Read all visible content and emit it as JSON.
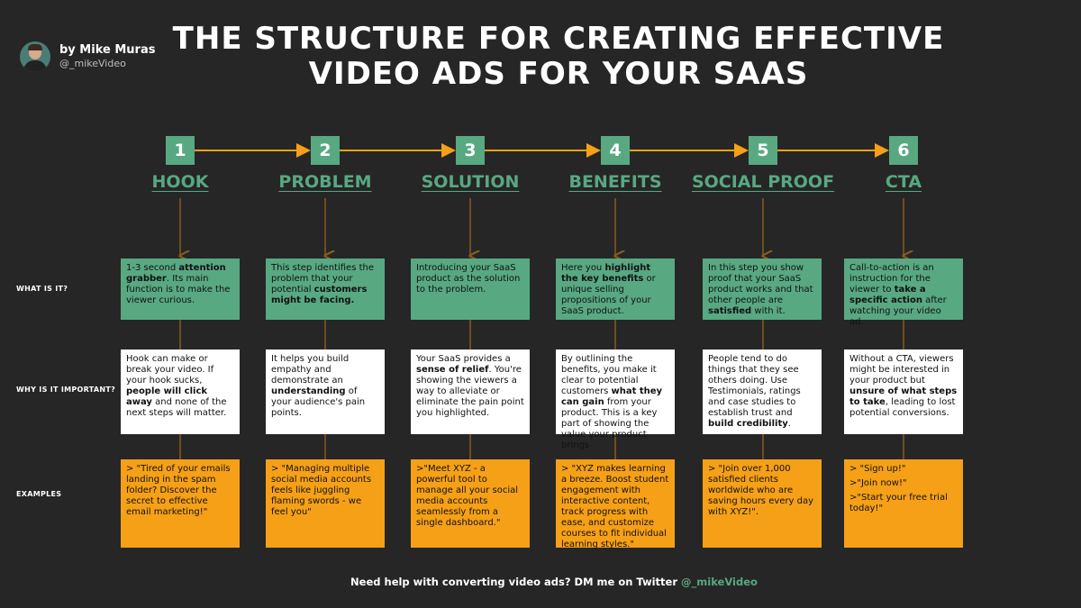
{
  "author": {
    "name": "by Mike Muras",
    "handle": "@_mikeVideo"
  },
  "title": {
    "line1": "THE STRUCTURE FOR CREATING EFFECTIVE",
    "line2": "VIDEO ADS FOR YOUR SAAS"
  },
  "row_labels": {
    "what": "WHAT IS IT?",
    "why": "WHY IS IT IMPORTANT?",
    "examples": "EXAMPLES"
  },
  "steps": [
    {
      "number": "1",
      "name": "HOOK",
      "what": [
        [
          "1-3 second ",
          false
        ],
        [
          "attention grabber",
          true
        ],
        [
          ". Its main function is to make the viewer curious.",
          false
        ]
      ],
      "why": [
        [
          "Hook can make or break your video. If your hook sucks, ",
          false
        ],
        [
          "people will click away",
          true
        ],
        [
          " and none of the next steps will matter.",
          false
        ]
      ],
      "examples": [
        "> \"Tired of your emails landing in the spam folder? Discover the secret to effective email marketing!\""
      ]
    },
    {
      "number": "2",
      "name": "PROBLEM",
      "what": [
        [
          "This step identifies the problem that your potential ",
          false
        ],
        [
          "customers might be facing.",
          true
        ]
      ],
      "why": [
        [
          "It helps you build empathy and demonstrate an ",
          false
        ],
        [
          "understanding",
          true
        ],
        [
          " of your audience's pain points.",
          false
        ]
      ],
      "examples": [
        "> \"Managing multiple social media accounts feels like juggling flaming swords - we feel you\""
      ]
    },
    {
      "number": "3",
      "name": "SOLUTION",
      "what": [
        [
          "Introducing your SaaS product as the solution to the problem.",
          false
        ]
      ],
      "why": [
        [
          "Your SaaS provides a ",
          false
        ],
        [
          "sense of relief",
          true
        ],
        [
          ". You're showing the viewers a way to alleviate or eliminate the pain point you highlighted.",
          false
        ]
      ],
      "examples": [
        ">\"Meet XYZ - a powerful tool to manage all your social media accounts seamlessly from a single dashboard.\""
      ]
    },
    {
      "number": "4",
      "name": "BENEFITS",
      "what": [
        [
          "Here you ",
          false
        ],
        [
          "highlight the key benefits",
          true
        ],
        [
          " or unique selling propositions of your SaaS product.",
          false
        ]
      ],
      "why": [
        [
          "By outlining the benefits, you make it clear to potential customers ",
          false
        ],
        [
          "what they can gain",
          true
        ],
        [
          " from your product. This is a key part of showing the value your product brings",
          false
        ]
      ],
      "examples": [
        "> \"XYZ makes learning a breeze. Boost student engagement with interactive content, track progress with ease, and customize courses to fit individual learning styles.\""
      ]
    },
    {
      "number": "5",
      "name": "SOCIAL PROOF",
      "what": [
        [
          "In this step you show proof that your SaaS product works and that other people are ",
          false
        ],
        [
          "satisfied",
          true
        ],
        [
          " with it.",
          false
        ]
      ],
      "why": [
        [
          "People tend to do things that they see others doing. Use Testimonials, ratings and case studies to establish trust and ",
          false
        ],
        [
          "build credibility",
          true
        ],
        [
          ".",
          false
        ]
      ],
      "examples": [
        "> \"Join over 1,000 satisfied clients worldwide who are saving hours every day with XYZ!\"."
      ]
    },
    {
      "number": "6",
      "name": "CTA",
      "what": [
        [
          "Call-to-action is an instruction for the viewer to ",
          false
        ],
        [
          "take a specific action",
          true
        ],
        [
          " after watching your video ad.",
          false
        ]
      ],
      "why": [
        [
          "Without a CTA, viewers might be interested in your product but ",
          false
        ],
        [
          "unsure of what steps to take",
          true
        ],
        [
          ", leading to lost potential conversions.",
          false
        ]
      ],
      "examples": [
        "> \"Sign up!\"",
        ">\"Join now!\"",
        ">\"Start your free trial today!\""
      ]
    }
  ],
  "footer": {
    "text": "Need help with converting video ads? DM me on Twitter",
    "handle": "@_mikeVideo"
  },
  "colors": {
    "background": "#262626",
    "green": "#58a882",
    "orange": "#f5a016",
    "arrow_orange": "#f5a016",
    "connector_brown": "#8a5a1e"
  }
}
